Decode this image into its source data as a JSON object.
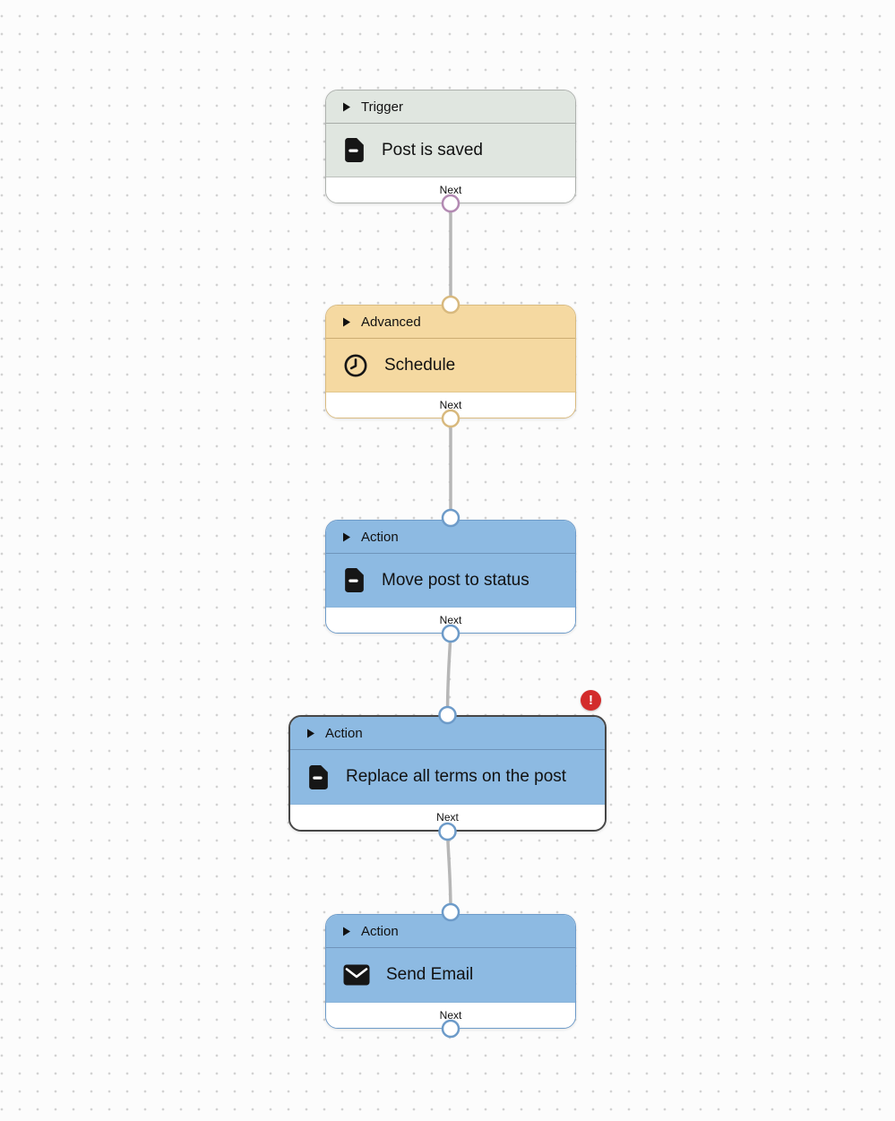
{
  "canvas": {
    "description": "workflow-editor-canvas"
  },
  "nodes": [
    {
      "kind": "Trigger",
      "label": "Post is saved",
      "icon": "document-icon",
      "next_label": "Next",
      "theme": "trigger",
      "selected": false,
      "error": false
    },
    {
      "kind": "Advanced",
      "label": "Schedule",
      "icon": "clock-icon",
      "next_label": "Next",
      "theme": "advanced",
      "selected": false,
      "error": false
    },
    {
      "kind": "Action",
      "label": "Move post to status",
      "icon": "document-icon",
      "next_label": "Next",
      "theme": "action",
      "selected": false,
      "error": false
    },
    {
      "kind": "Action",
      "label": "Replace all terms on the post",
      "icon": "document-icon",
      "next_label": "Next",
      "theme": "action",
      "selected": true,
      "error": true
    },
    {
      "kind": "Action",
      "label": "Send Email",
      "icon": "email-icon",
      "next_label": "Next",
      "theme": "action",
      "selected": false,
      "error": false
    }
  ],
  "badge": {
    "glyph": "!",
    "meaning": "error"
  },
  "colors": {
    "canvas_bg": "#fcfcfc",
    "dot": "#d2d2d2",
    "connector": "#b6b6b6",
    "trigger_fill": "#e0e6e0",
    "trigger_border": "#aeb2ae",
    "trigger_port": "#b38ab3",
    "advanced_fill": "#f5d9a1",
    "advanced_border": "#d9bb80",
    "action_fill": "#8dbae2",
    "action_border": "#6d9bc9",
    "selected_border": "#474747",
    "error_badge": "#d32b2b",
    "text": "#111111"
  }
}
